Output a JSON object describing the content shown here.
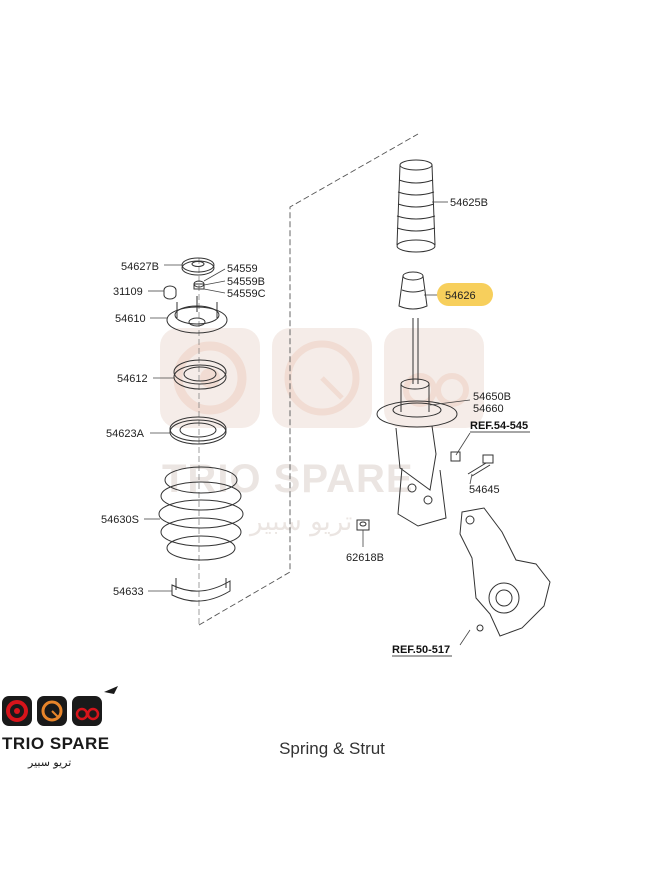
{
  "watermark": {
    "brand": "TRIO SPARE",
    "arabic": "تريو سبير"
  },
  "caption": "Spring & Strut",
  "logo": {
    "brand": "TRIO SPARE",
    "arabic": "تريو سبير"
  },
  "highlight_color": "#f7cf5c",
  "brand_red": "#d7141b",
  "parts": {
    "p54627B": "54627B",
    "p54559": "54559",
    "p54559B": "54559B",
    "p54559C": "54559C",
    "p31109": "31109",
    "p54610": "54610",
    "p54612": "54612",
    "p54623A": "54623A",
    "p54630S": "54630S",
    "p54633": "54633",
    "p54625B": "54625B",
    "p54626": "54626",
    "p54650B": "54650B",
    "p54660": "54660",
    "ref54545": "REF.54-545",
    "p54645": "54645",
    "p62618B": "62618B",
    "ref50517": "REF.50-517"
  }
}
